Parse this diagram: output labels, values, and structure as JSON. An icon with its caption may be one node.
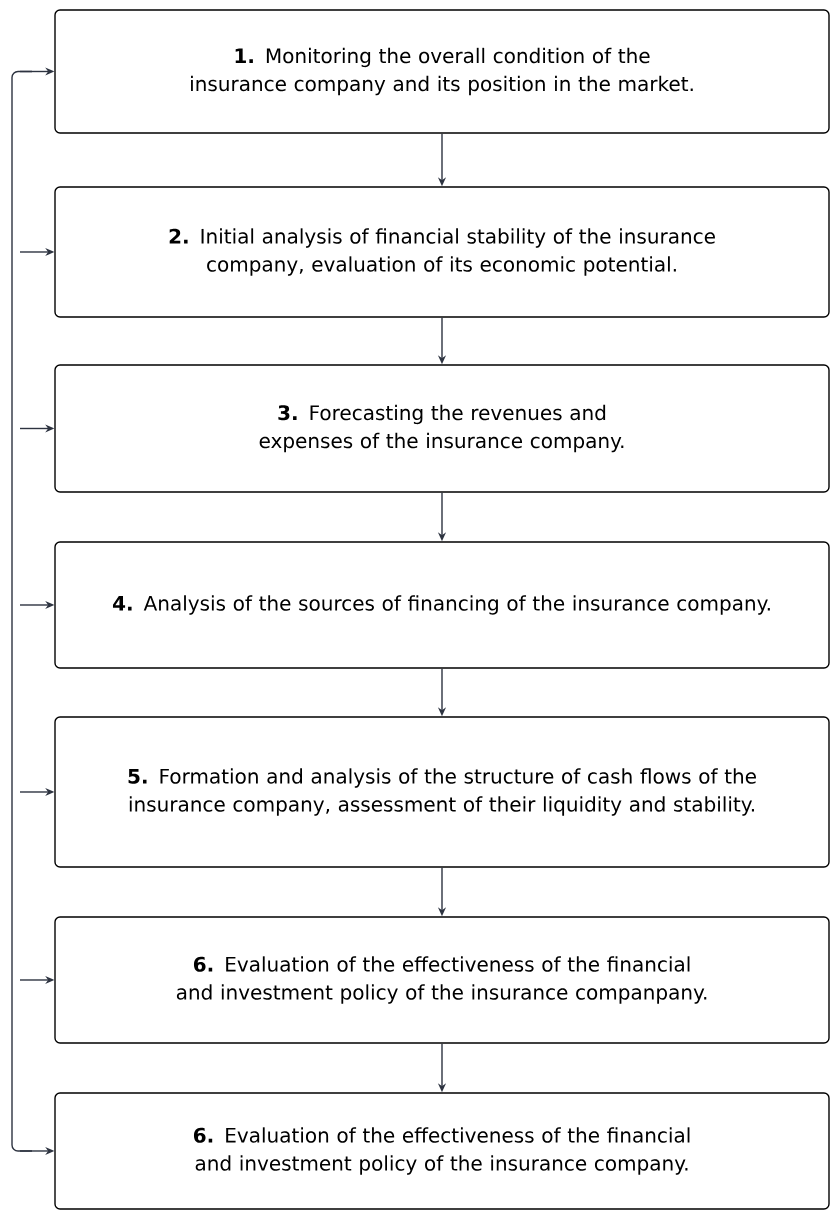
{
  "diagram": {
    "nodes": [
      {
        "text": [
          "**1.** Monitoring the overall condition of the insurance company and its position in the market."
        ]
      },
      {
        "text": [
          "**2.** Initial analysis of financial stability of the insurance company, evaluation of its economic potential."
        ]
      },
      {
        "text": [
          "**3.** Forecasting the revenues and expenses of the insurance company."
        ]
      },
      {
        "text": [
          "**4.** Analysis of the sources of financing of the insurance company."
        ]
      },
      {
        "text": [
          "**5.** Formation and analysis of the structure of cash flows of the insurance company, assessment of their liquidity and stability."
        ]
      },
      {
        "text": [
          "**6.** Evaluation of the effectiveness of the financial and investment policy of the insurance companpany."
        ]
      },
      {
        "text": [
          "**6.** Evaluation of the effectiveness of the financial and investment policy of the insurance company."
        ]
      }
    ],
    "edges": [
      {
        "from": 0,
        "to": 1,
        "arrow": "to"
      },
      {
        "from": 1,
        "to": 2,
        "arrow": "to"
      },
      {
        "from": 2,
        "to": 3,
        "arrow": "to"
      },
      {
        "from": 3,
        "to": 4,
        "arrow": "to"
      },
      {
        "from": 4,
        "to": 5,
        "arrow": "to"
      },
      {
        "from": 5,
        "to": 6,
        "arrow": "to"
      },
      {
        "from": null,
        "to": 0,
        "arrow": "to"
      },
      {
        "from": null,
        "to": 1,
        "arrow": "to"
      },
      {
        "from": null,
        "to": 2,
        "arrow": "to"
      },
      {
        "from": null,
        "to": 3,
        "arrow": "to"
      },
      {
        "from": null,
        "to": 4,
        "arrow": "to"
      },
      {
        "from": null,
        "to": 5,
        "arrow": "to"
      },
      {
        "from": null,
        "to": 6,
        "arrow": "to"
      }
    ]
  }
}
